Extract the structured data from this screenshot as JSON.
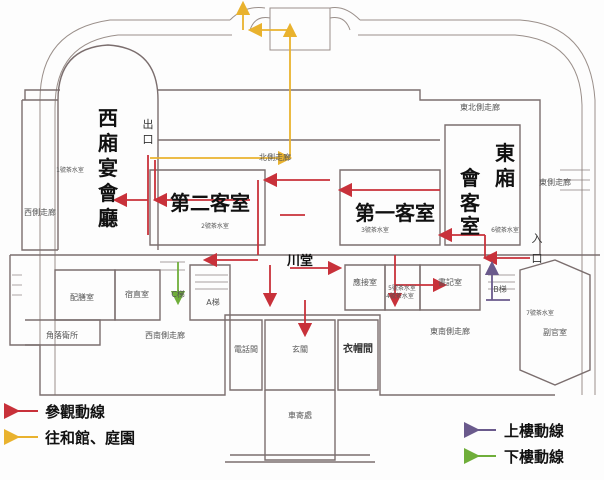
{
  "rooms": {
    "west_hall": "西廂宴會廳",
    "east_hall": "東廂會客室",
    "second_room": "第二客室",
    "first_room": "第一客室",
    "river_hall": "川堂",
    "exit": "出口",
    "entrance": "入口",
    "reception": "配膳室",
    "bedroom": "宿直室",
    "a_stair": "A梯",
    "b_stair": "B梯",
    "c_stair": "C梯",
    "west_south_corridor": "西南側走廊",
    "east_south_corridor": "東南側走廊",
    "east_north_corridor": "東北側走廊",
    "north_corridor": "北側走廊",
    "west_corridor": "西側走廊",
    "east_corridor": "東側走廊",
    "guard_post": "角落衛所",
    "telephone": "電話間",
    "entry_hall": "玄關",
    "coat_room": "衣帽間",
    "car_porch": "車寄處",
    "adjutant": "副官室",
    "waiting": "應接室",
    "secretary": "書記室",
    "tea1": "1號茶水室",
    "tea2": "2號茶水室",
    "tea3": "3號茶水室",
    "tea4": "4號茶水室",
    "tea5": "5號茶水室",
    "tea6": "6號茶水室",
    "tea7": "7號茶水室"
  },
  "legend": {
    "tour": "參觀動線",
    "garden": "往和館、庭園",
    "up": "上樓動線",
    "down": "下樓動線"
  },
  "colors": {
    "tour": "#c8313a",
    "garden": "#e9b22e",
    "up": "#6a5a8c",
    "down": "#6fae3a"
  }
}
